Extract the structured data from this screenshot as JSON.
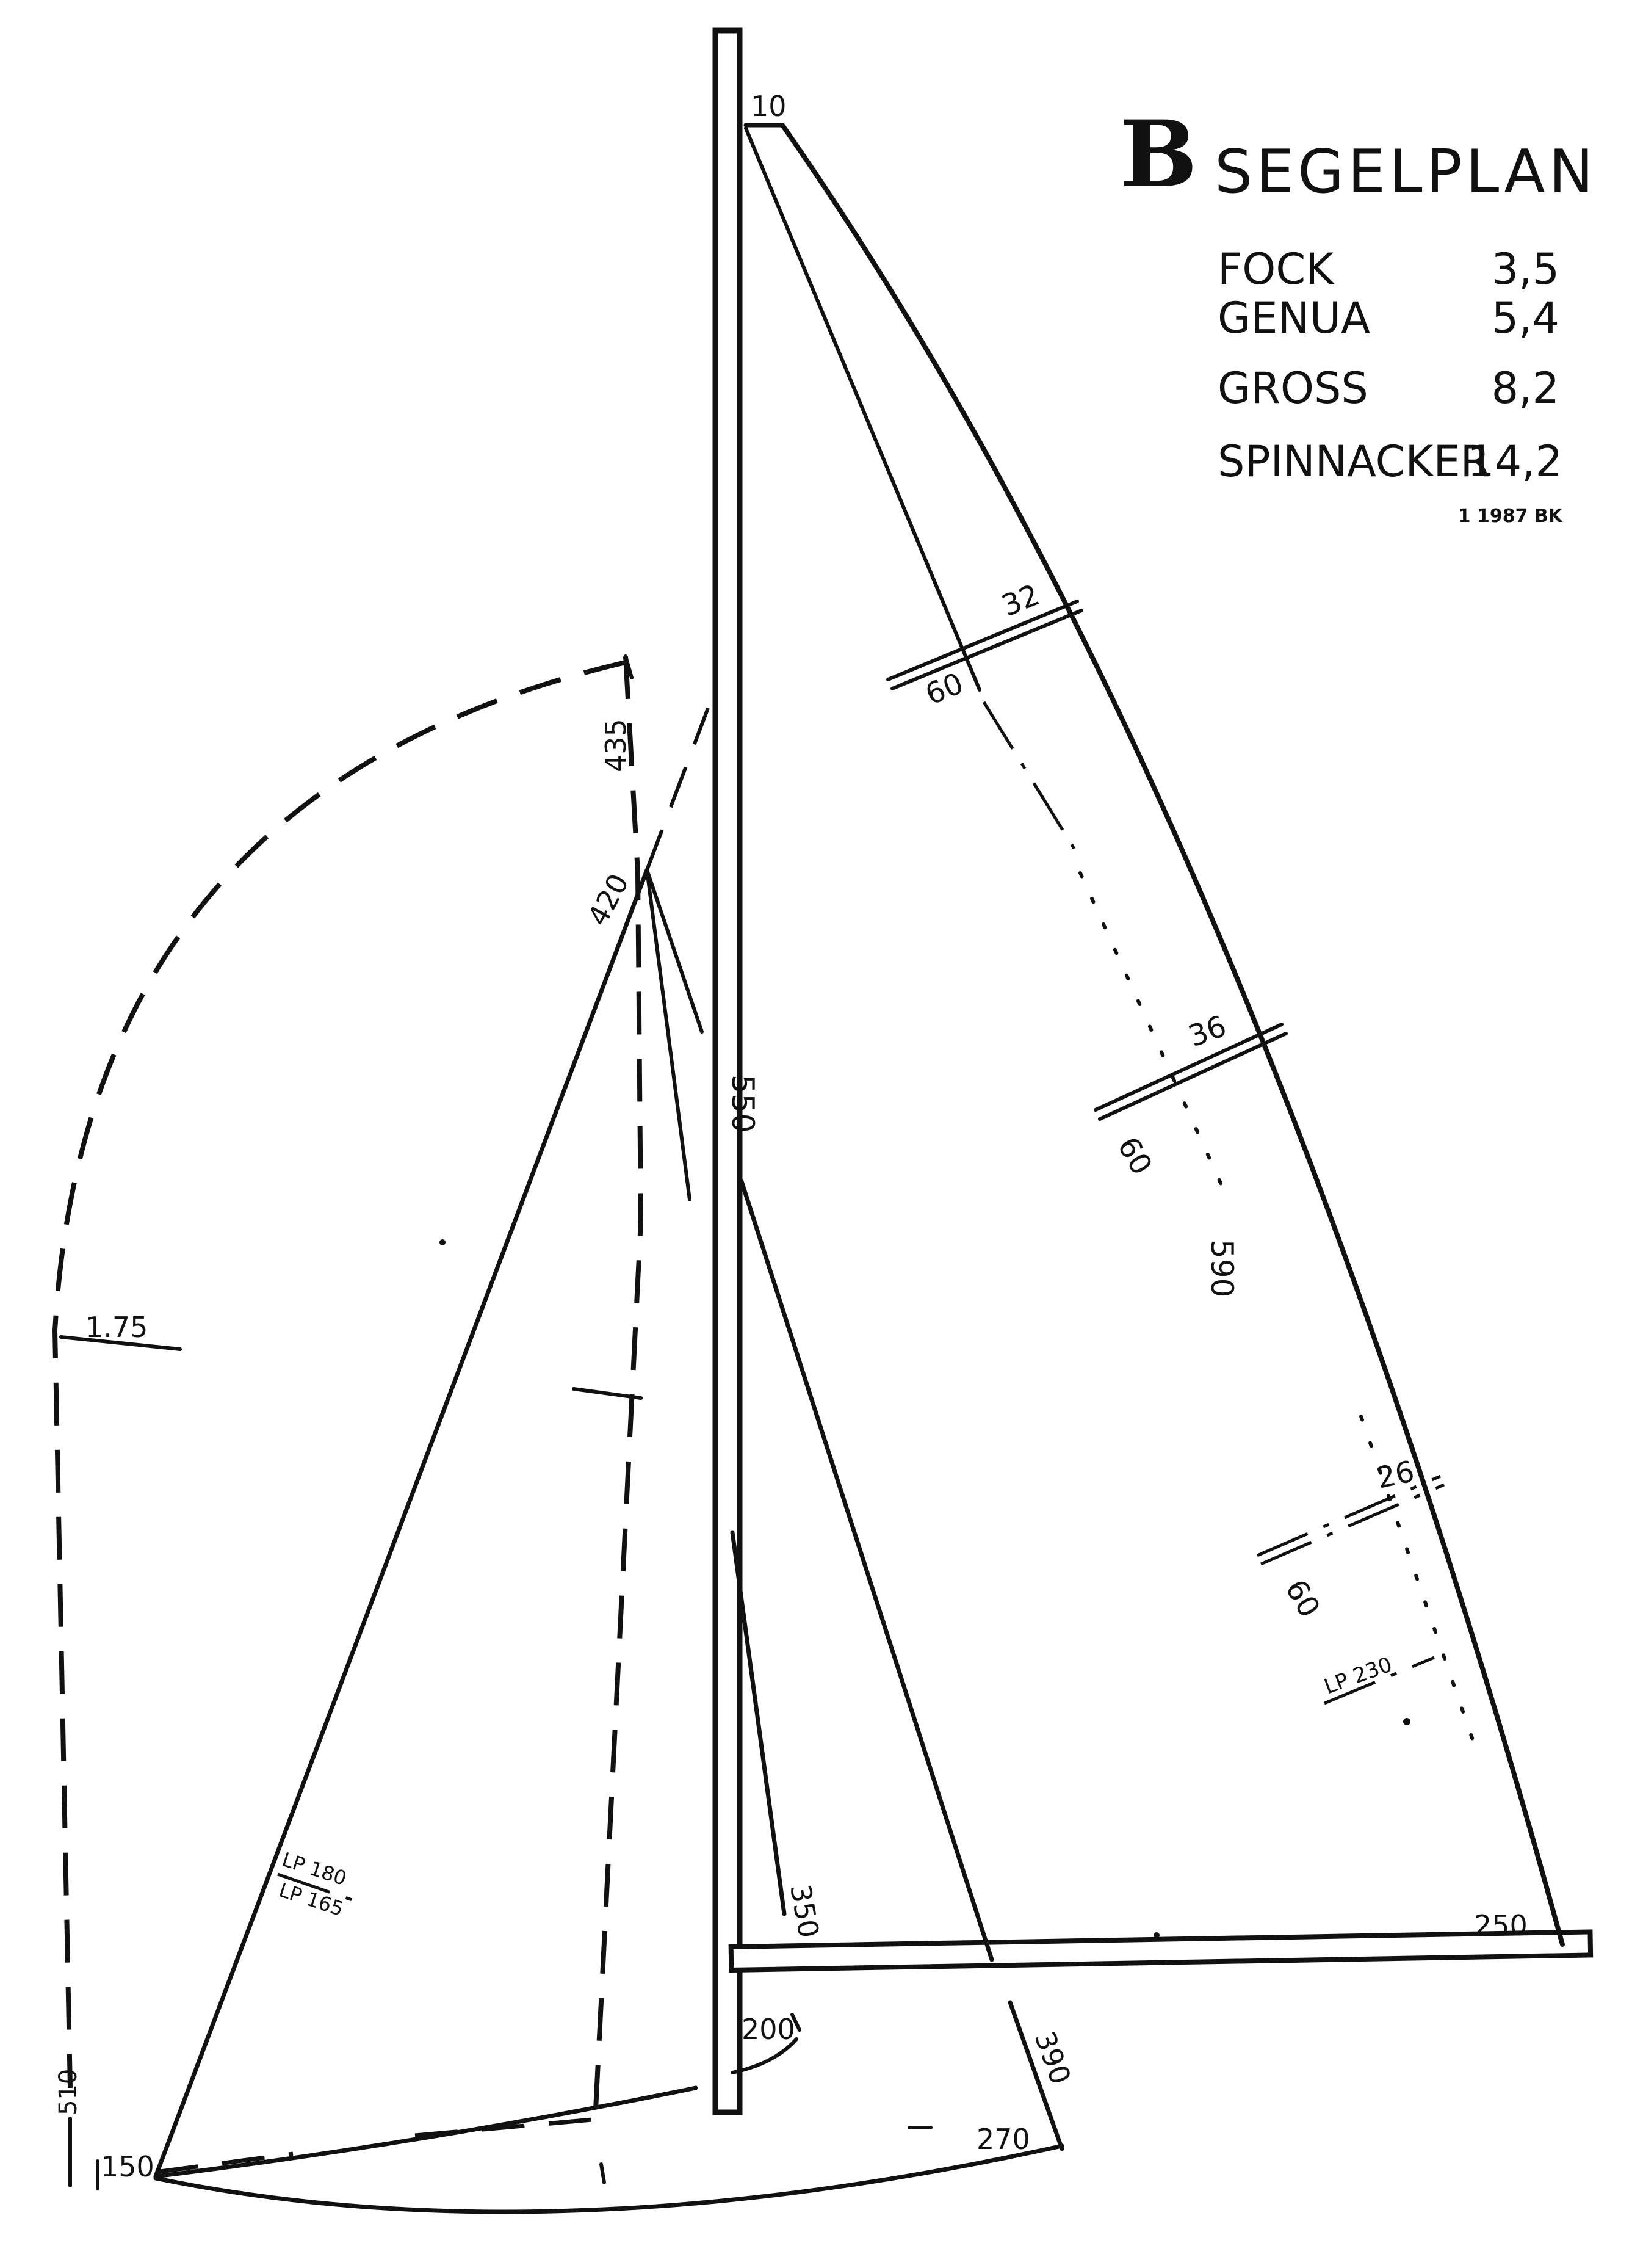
{
  "title": {
    "letter": "B",
    "word": "SEGELPLAN"
  },
  "sail_areas": [
    {
      "name": "FOCK",
      "value": "3,5"
    },
    {
      "name": "GENUA",
      "value": "5,4"
    },
    {
      "name": "GROSS",
      "value": "8,2"
    },
    {
      "name": "SPINNACKER",
      "value": "14,2"
    }
  ],
  "signature": "1 1987 BK",
  "dimensions": {
    "masthead": "10",
    "batten_top_length": "32",
    "batten_top_offset": "60",
    "batten_mid_length": "36",
    "batten_mid_offset": "60",
    "batten_low_length": "26",
    "batten_low_offset": "60",
    "main_luff": "590",
    "mast_height": "550",
    "spin_top": "435",
    "genoa_head": "420",
    "spin_width": "1.75",
    "spin_foot_height": "510",
    "spin_foot": "150",
    "main_foot": "250",
    "jib_luff": "350",
    "jib_foot": "200",
    "lower_luff": "390",
    "lower_foot": "270",
    "main_lp": "LP 230",
    "genoa_lp_top": "LP 180",
    "genoa_lp_bottom": "LP 165"
  }
}
